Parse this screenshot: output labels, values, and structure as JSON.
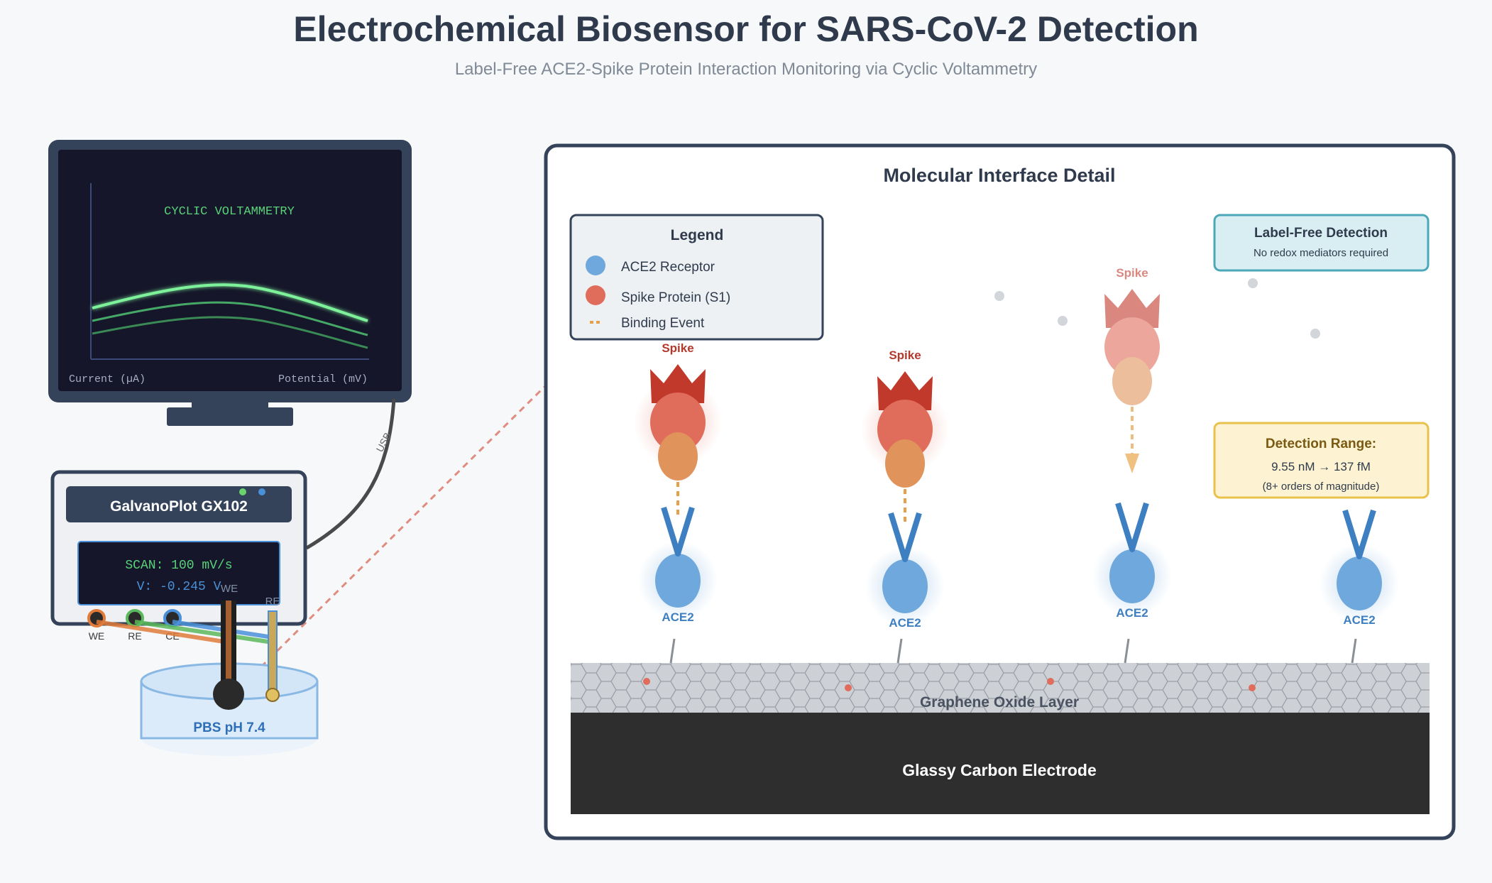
{
  "header": {
    "title": "Electrochemical Biosensor for SARS-CoV-2 Detection",
    "subtitle": "Label-Free ACE2-Spike Protein Interaction Monitoring via Cyclic Voltammetry"
  },
  "monitor": {
    "plot_title": "CYCLIC VOLTAMMETRY",
    "x_label": "Potential (mV)",
    "y_label": "Current (µA)"
  },
  "cable": {
    "label": "USB"
  },
  "potentiostat": {
    "model": "GalvanoPlot GX102",
    "scan_readout": "SCAN: 100 mV/s",
    "voltage_readout": "V: -0.245 V",
    "ports": [
      "WE",
      "RE",
      "CE"
    ],
    "port_colors": [
      "#e07b39",
      "#5cb85c",
      "#4a90d9"
    ]
  },
  "cell": {
    "solution": "PBS pH 7.4",
    "electrode_labels": [
      "WE",
      "RE"
    ]
  },
  "detail": {
    "title": "Molecular Interface Detail",
    "legend": {
      "title": "Legend",
      "items": [
        "ACE2 Receptor",
        "Spike Protein (S1)",
        "Binding Event"
      ],
      "colors": [
        "#6fa8dc",
        "#e06c5c",
        "#e6a04a"
      ]
    },
    "label_free": {
      "title": "Label-Free Detection",
      "note": "No redox mediators required"
    },
    "detection_range": {
      "title": "Detection Range:",
      "range": "9.55 nM → 137 fM",
      "note": "(8+ orders of magnitude)"
    },
    "receptor_label": "ACE2",
    "spike_label": "Spike",
    "graphene_label": "Graphene Oxide Layer",
    "electrode_label": "Glassy Carbon Electrode",
    "colors": {
      "ace2": "#6fa8dc",
      "spike": "#e06c5c",
      "binding": "#e6a04a"
    }
  }
}
